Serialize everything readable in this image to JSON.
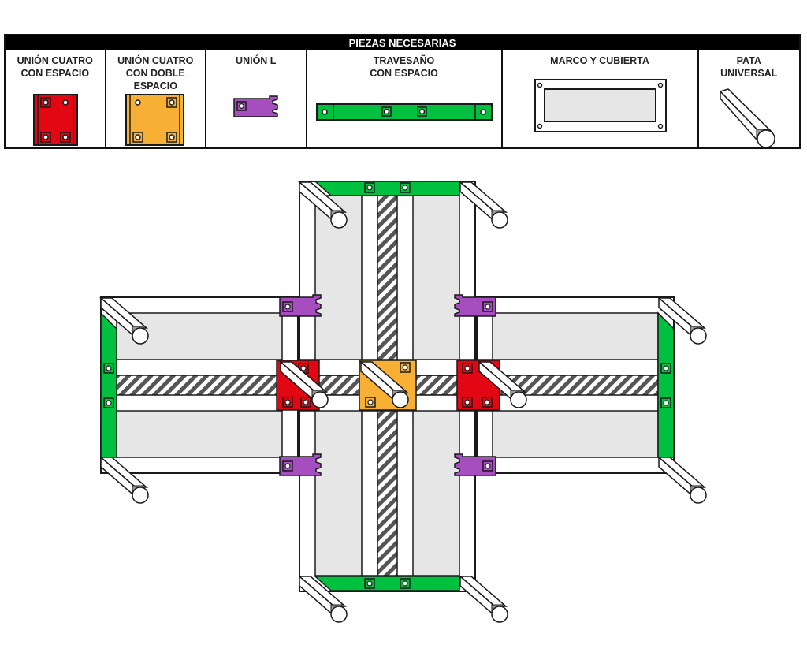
{
  "diagram": {
    "title": "PIEZAS NECESARIAS",
    "parts": [
      {
        "id": "union-cuatro-espacio",
        "label": "UNIÓN CUATRO\nCON ESPACIO",
        "color": "#e30613"
      },
      {
        "id": "union-cuatro-doble-espacio",
        "label": "UNIÓN CUATRO\nCON DOBLE\nESPACIO",
        "color": "#f7b033"
      },
      {
        "id": "union-l",
        "label": "UNIÓN L",
        "color": "#a64dbf"
      },
      {
        "id": "travesano-espacio",
        "label": "TRAVESAÑO\nCON ESPACIO",
        "color": "#00c040"
      },
      {
        "id": "marco-cubierta",
        "label": "MARCO Y CUBIERTA",
        "color": "#e6e6e6"
      },
      {
        "id": "pata-universal",
        "label": "PATA\nUNIVERSAL",
        "color": "#ffffff"
      }
    ],
    "colors": {
      "outline": "#1a1a1a",
      "frame": "#ffffff",
      "cover": "#e6e6e6",
      "stripe_dark": "#555555",
      "leg_end": "#999999"
    }
  }
}
